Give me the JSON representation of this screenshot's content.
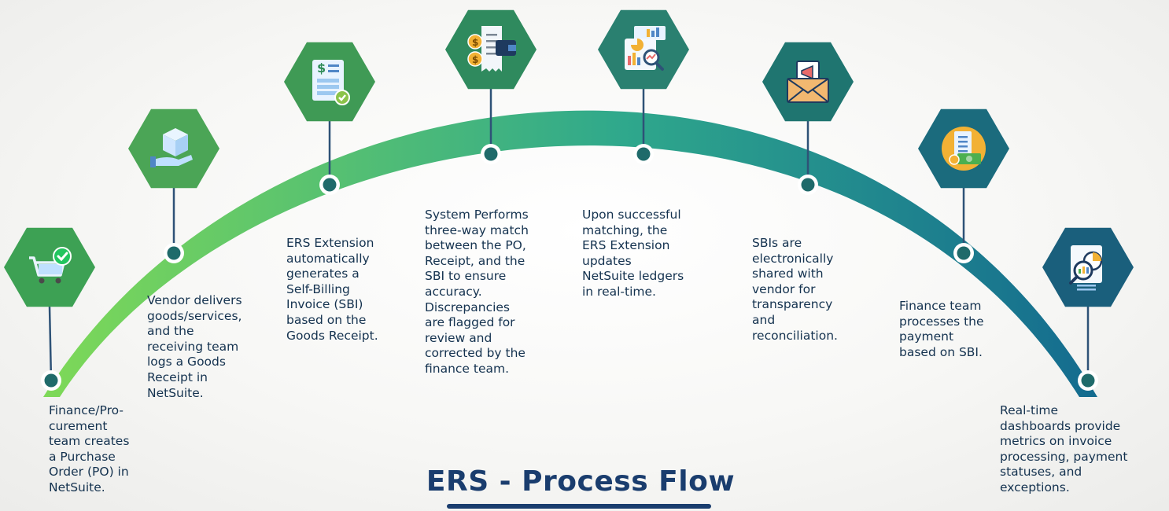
{
  "title": "ERS - Process Flow",
  "colors": {
    "arc_start": "#7ed957",
    "arc_mid": "#2fa88c",
    "arc_end": "#146b8f",
    "node_fill": "#1f6a6a",
    "stem": "#2e5277",
    "title": "#1a3d6e",
    "text": "#14324f"
  },
  "steps": [
    {
      "id": "po",
      "icon": "shopping-cart-check-icon",
      "hex_color": "#3da154",
      "text": "Finance/Pro-\ncurement\nteam creates\na Purchase\nOrder (PO) in\nNetSuite."
    },
    {
      "id": "delivery",
      "icon": "package-hand-icon",
      "hex_color": "#4ba556",
      "text": "Vendor delivers\ngoods/services,\nand the\nreceiving team\nlogs a Goods\nReceipt in\nNetSuite."
    },
    {
      "id": "sbi",
      "icon": "invoice-check-icon",
      "hex_color": "#3f9a55",
      "text": "ERS Extension\nautomatically\ngenerates a\nSelf-Billing\nInvoice (SBI)\nbased on the\nGoods Receipt."
    },
    {
      "id": "match",
      "icon": "receipt-wallet-icon",
      "hex_color": "#2f8a5e",
      "text": "System Performs\nthree-way match\nbetween the PO,\nReceipt, and the\nSBI to ensure\naccuracy.\nDiscrepancies\nare flagged for\nreview and\ncorrected by the\nfinance team."
    },
    {
      "id": "ledger",
      "icon": "analytics-report-icon",
      "hex_color": "#2a8070",
      "text": "Upon successful\nmatching, the\nERS Extension\nupdates\nNetSuite ledgers\nin real-time."
    },
    {
      "id": "share",
      "icon": "envelope-megaphone-icon",
      "hex_color": "#1f7570",
      "text": "SBIs are\nelectronically\nshared with\nvendor for\ntransparency\nand\nreconciliation."
    },
    {
      "id": "payment",
      "icon": "payment-document-icon",
      "hex_color": "#1b6b7d",
      "text": "Finance team\nprocesses the\npayment\nbased on SBI."
    },
    {
      "id": "dashboard",
      "icon": "dashboard-report-icon",
      "hex_color": "#1a5f7c",
      "text": "Real-time\ndashboards provide\nmetrics on invoice\nprocessing, payment\nstatuses, and\nexceptions."
    }
  ]
}
